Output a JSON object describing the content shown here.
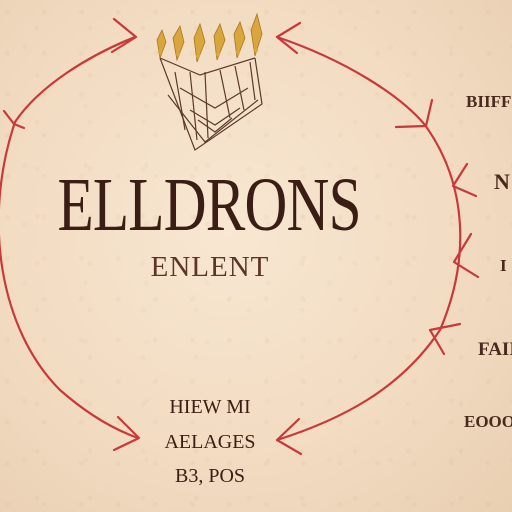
{
  "diagram": {
    "title": "ELLDRONS",
    "subtitle": "ENLENT",
    "right_labels": [
      "BIIFF",
      "N",
      "I",
      "FAII",
      "EOOO"
    ],
    "bottom_labels": [
      "HIEW MI",
      "AELAGES",
      "B3, POS"
    ],
    "colors": {
      "background": "#f2dcc2",
      "arrow": "#c9383a",
      "text": "#3a1d14",
      "crown_gold": "#d9a63e",
      "crown_ink": "#5a3a2a"
    },
    "icons": [
      "crown-icon"
    ]
  }
}
